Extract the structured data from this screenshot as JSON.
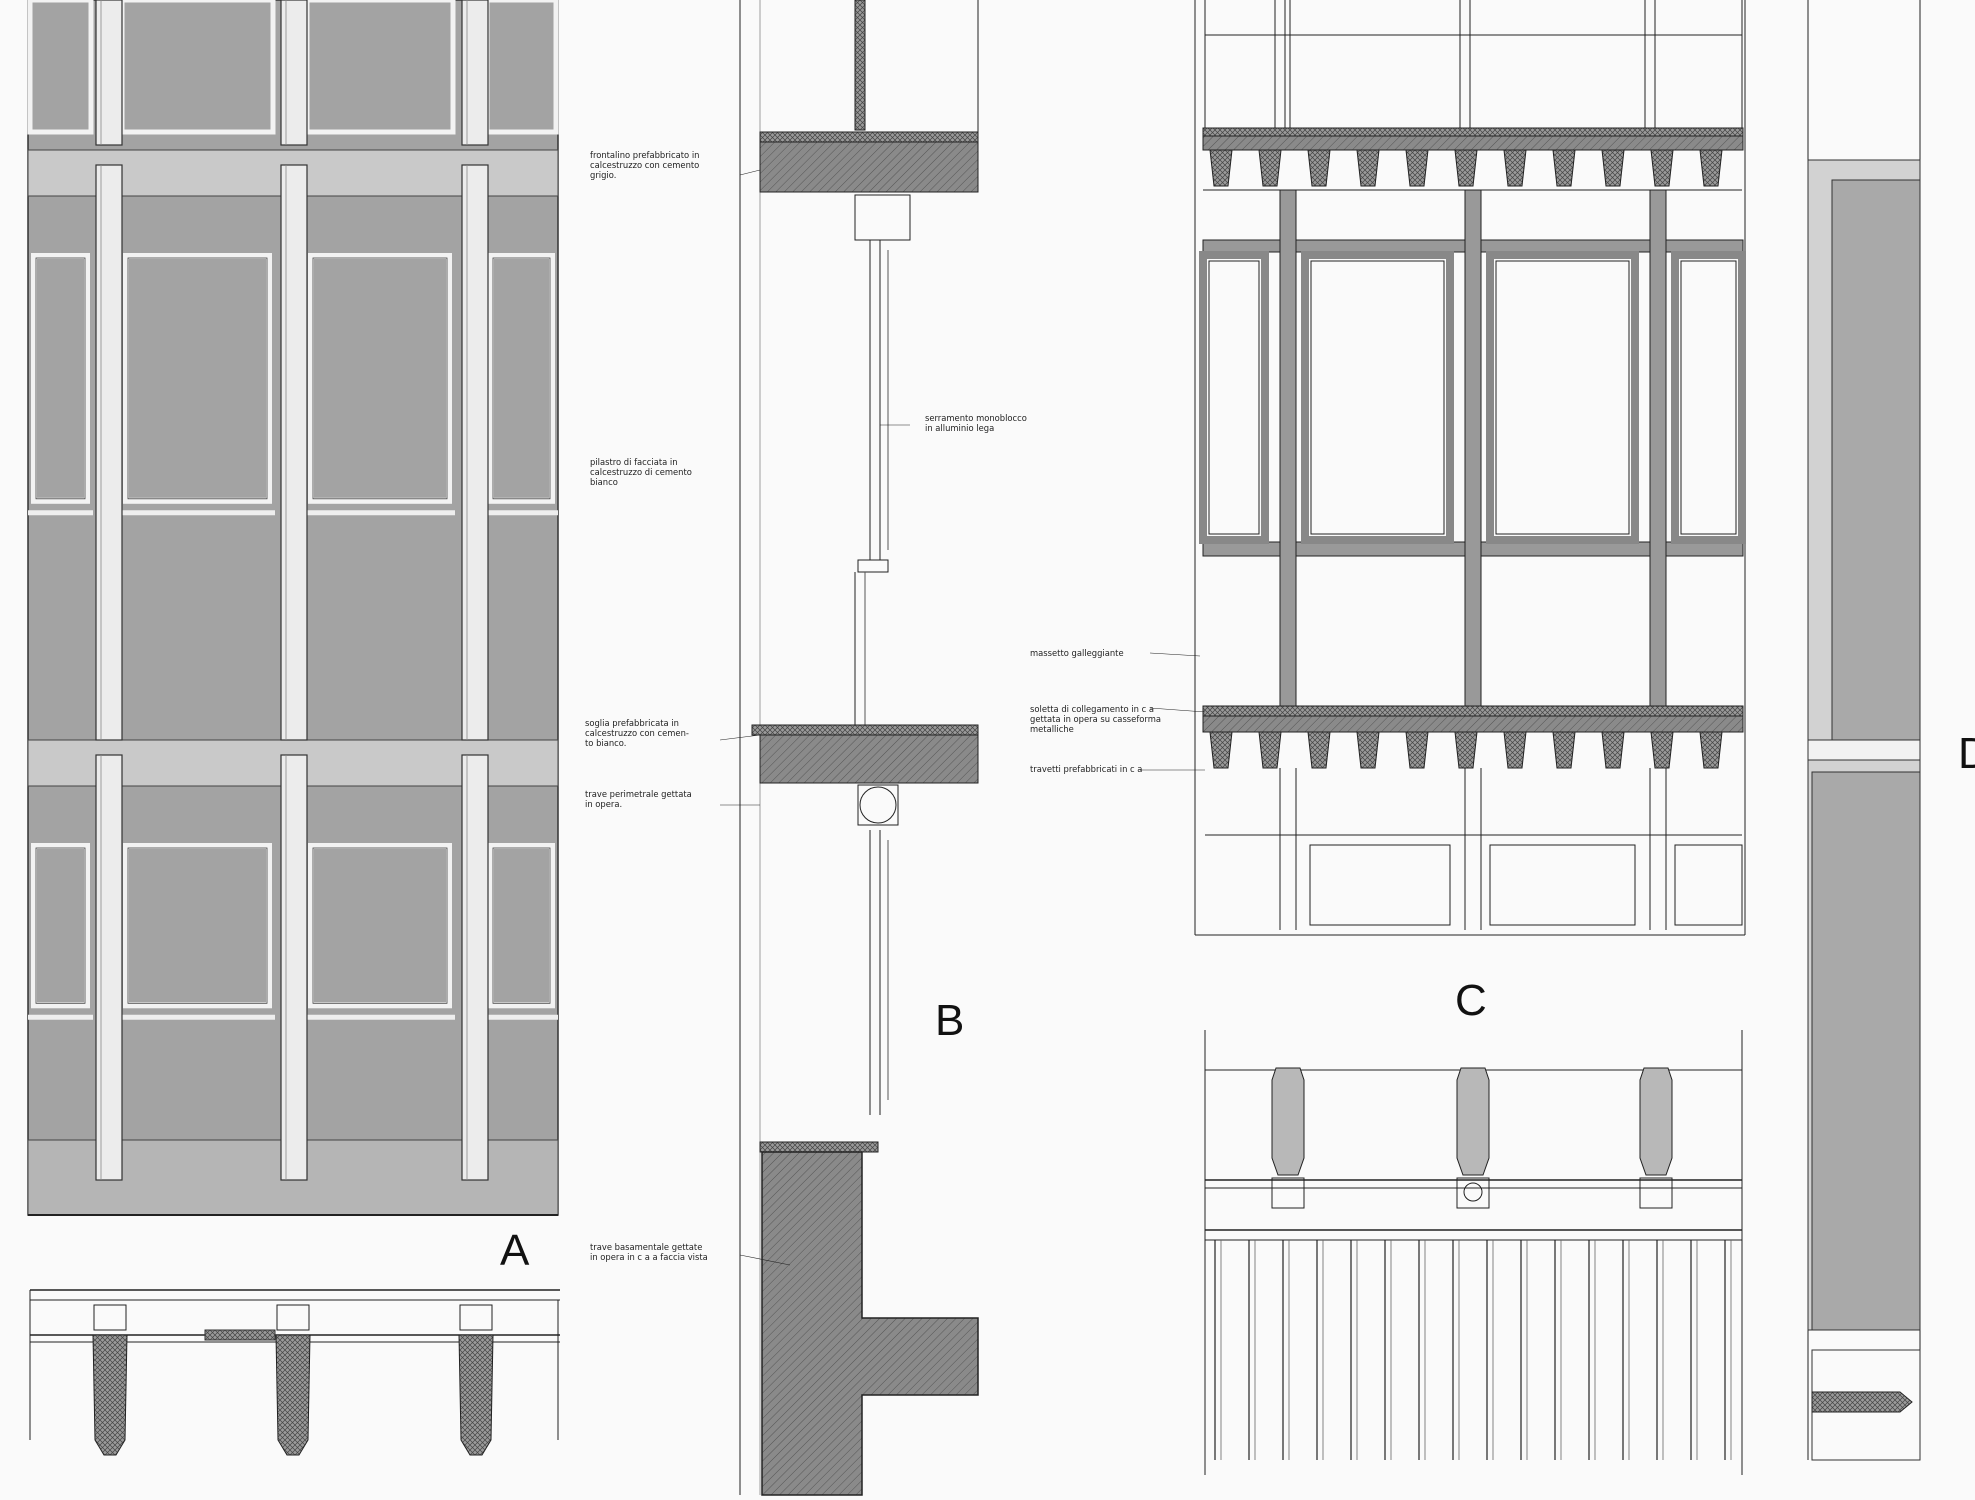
{
  "drawing": {
    "labels": {
      "a": "A",
      "b": "B",
      "c": "C",
      "d": "D"
    },
    "colors": {
      "panel": "#9c9c9c",
      "hatch": "#7a7a7a",
      "line": "#222222",
      "paper": "#fafafa"
    },
    "notes_b": [
      [
        "frontalino prefabbricato in",
        "calcestruzzo con cemento",
        "grigio."
      ],
      [
        "serramento monoblocco",
        "in alluminio lega"
      ],
      [
        "pilastro di facciata in",
        "calcestruzzo di cemento",
        "bianco"
      ],
      [
        "soglia prefabbricata in",
        "calcestruzzo con cemen-",
        "to bianco."
      ],
      [
        "trave perimetrale gettata",
        "in opera."
      ],
      [
        "trave basamentale gettate",
        "in opera in c a  a faccia vista"
      ]
    ],
    "notes_c": [
      [
        "massetto galleggiante"
      ],
      [
        "soletta di collegamento in c a",
        "gettata in opera su casseforma",
        "metalliche"
      ],
      [
        "travetti prefabbricati in c a"
      ]
    ]
  }
}
